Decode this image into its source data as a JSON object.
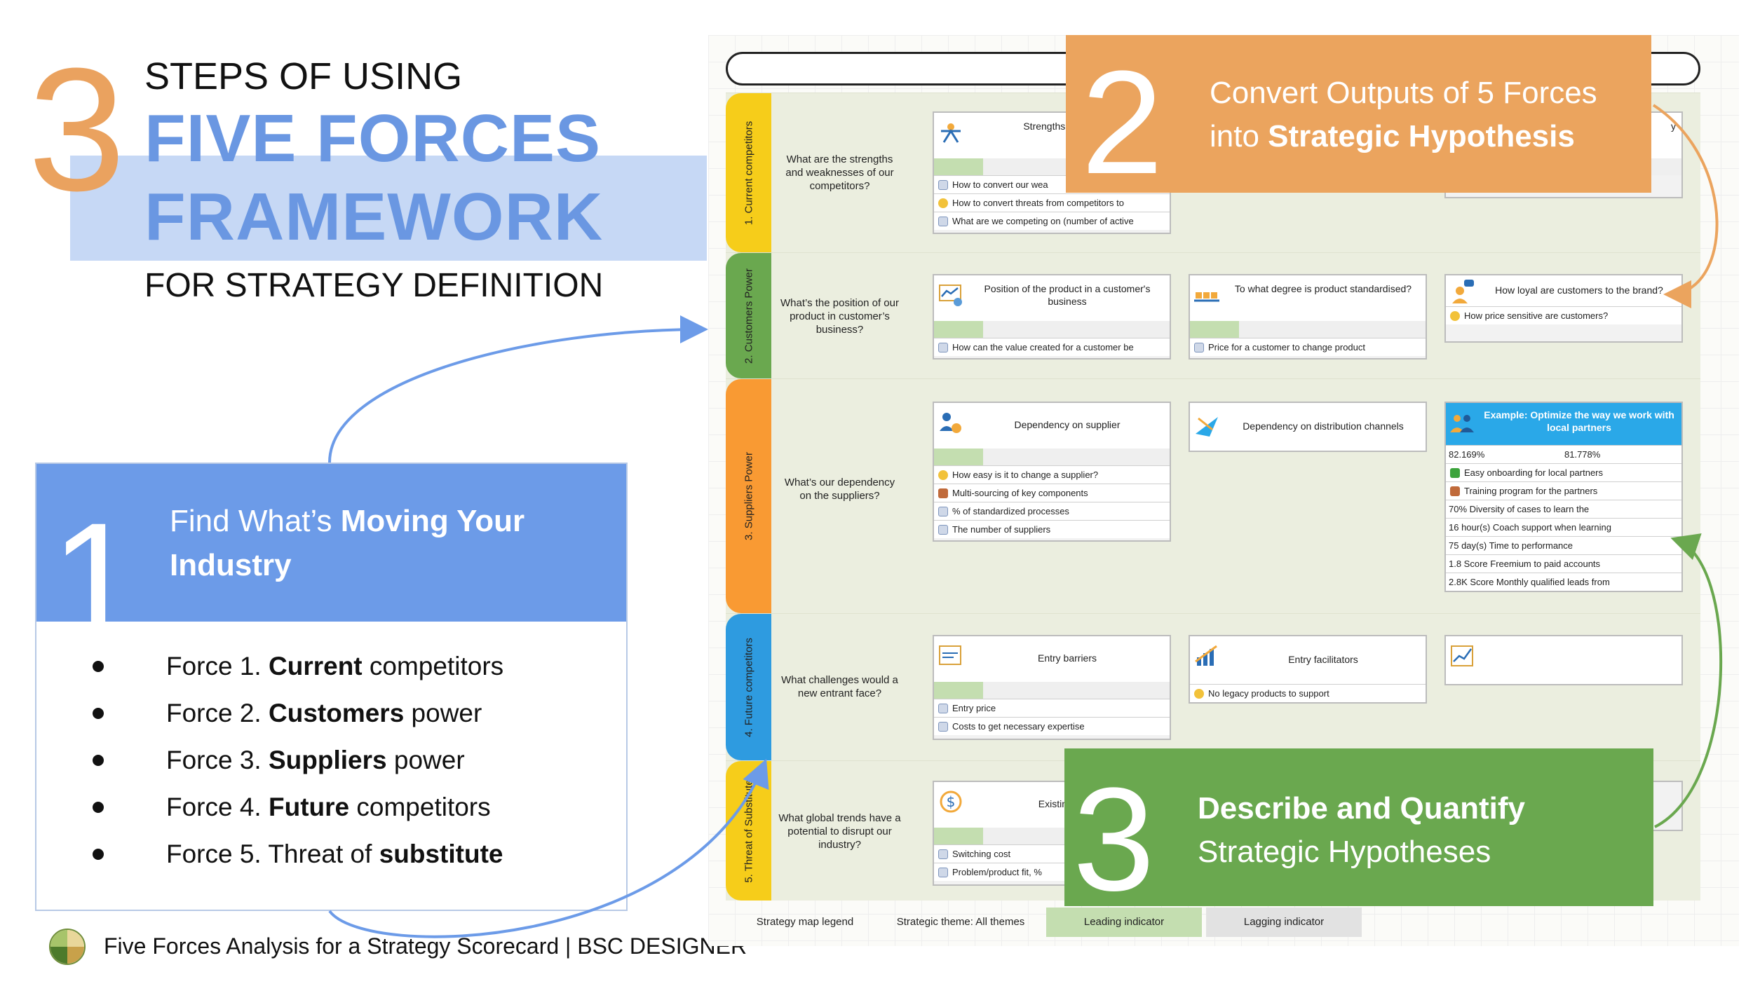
{
  "header": {
    "number": "3",
    "line1": "STEPS OF USING",
    "line2": "FIVE FORCES",
    "line3": "FRAMEWORK",
    "line4": "FOR STRATEGY DEFINITION"
  },
  "step1": {
    "number": "1",
    "title_plain": "Find What’s ",
    "title_bold": "Moving Your Industry",
    "forces": [
      {
        "prefix": "Force 1. ",
        "bold": "Current",
        "suffix": " competitors"
      },
      {
        "prefix": "Force 2. ",
        "bold": "Customers",
        "suffix": " power"
      },
      {
        "prefix": "Force 3. ",
        "bold": "Suppliers",
        "suffix": " power"
      },
      {
        "prefix": "Force 4. ",
        "bold": "Future",
        "suffix": " competitors"
      },
      {
        "prefix": "Force 5. Threat of ",
        "bold": "substitute",
        "suffix": ""
      }
    ]
  },
  "step2": {
    "number": "2",
    "title_plain": "Convert Outputs of 5 Forces into ",
    "title_bold": "Strategic Hypothesis"
  },
  "step3": {
    "number": "3",
    "title_bold": "Describe and Quantify",
    "title_plain": "Strategic Hypotheses"
  },
  "footer": {
    "text": "Five Forces Analysis for a Strategy Scorecard | BSC DESIGNER"
  },
  "colors": {
    "orange": "#eba45e",
    "blue": "#6c9be8",
    "green": "#6aa84f",
    "lane_yellow": "#f6cd1a",
    "lane_green": "#6aa84f",
    "lane_orange": "#f99a33",
    "lane_blue": "#2e9be0"
  },
  "map": {
    "lanes": [
      {
        "label": "1. Current competitors",
        "question": "What are the strengths and weaknesses of our competitors?",
        "cards": [
          {
            "title": "Strengths and comp",
            "icon": "strength-icon",
            "rows": [
              {
                "icon": "kpi",
                "text": "How to convert our wea"
              },
              {
                "icon": "bulb",
                "text": "How to convert threats from competitors to"
              },
              {
                "icon": "kpi",
                "text": "What are we competing on (number of active"
              }
            ]
          },
          {
            "title": "y",
            "icon": "",
            "rows": []
          }
        ]
      },
      {
        "label": "2. Customers Power",
        "question": "What’s the position of our product in customer’s business?",
        "cards": [
          {
            "title": "Position of the product in a customer's business",
            "icon": "chart-gear-icon",
            "rows": [
              {
                "icon": "kpi",
                "text": "How can the value created for a customer be"
              }
            ]
          },
          {
            "title": "To what degree is product standardised?",
            "icon": "boxes-icon",
            "rows": [
              {
                "icon": "kpi",
                "text": "Price for a customer to change product"
              }
            ]
          },
          {
            "title": "How loyal are customers to the brand?",
            "icon": "customer-chat-icon",
            "rows": [
              {
                "icon": "bulb",
                "text": "How price sensitive are customers?"
              }
            ]
          }
        ]
      },
      {
        "label": "3. Suppliers Power",
        "question": "What’s our dependency on the suppliers?",
        "cards": [
          {
            "title": "Dependency on supplier",
            "icon": "supplier-gear-icon",
            "rows": [
              {
                "icon": "bulb",
                "text": "How easy is it to change a supplier?"
              },
              {
                "icon": "doc",
                "text": "Multi-sourcing of key components"
              },
              {
                "icon": "kpi",
                "text": "% of standardized processes"
              },
              {
                "icon": "kpi",
                "text": "The number of suppliers"
              }
            ]
          },
          {
            "title": "Dependency on distribution channels",
            "icon": "plane-icon",
            "rows": []
          },
          {
            "title": "Example: Optimize the way we work with local partners",
            "icon": "team-icon",
            "blue": true,
            "metrics": [
              "82.169%",
              "81.778%"
            ],
            "rows": [
              {
                "icon": "flag",
                "text": "Easy onboarding for local partners"
              },
              {
                "icon": "doc",
                "text": "Training program for the partners"
              },
              {
                "icon": "gauge",
                "text": "70%        Diversity of cases to learn the"
              },
              {
                "icon": "gauge",
                "text": "16 hour(s)       Coach support when learning"
              },
              {
                "icon": "gauge",
                "text": "75 day(s)       Time to performance"
              },
              {
                "icon": "gauge",
                "text": "1.8 Score       Freemium to paid accounts"
              },
              {
                "icon": "gauge",
                "text": "2.8K Score       Monthly qualified leads from"
              }
            ]
          }
        ]
      },
      {
        "label": "4. Future competitors",
        "question": "What challenges would a new entrant face?",
        "cards": [
          {
            "title": "Entry barriers",
            "icon": "barrier-icon",
            "rows": [
              {
                "icon": "kpi",
                "text": "Entry price"
              },
              {
                "icon": "kpi",
                "text": "Costs to get necessary expertise"
              }
            ]
          },
          {
            "title": "Entry facilitators",
            "icon": "growth-chart-icon",
            "rows": [
              {
                "icon": "bulb",
                "text": "No legacy products to support"
              }
            ]
          },
          {
            "title": "",
            "icon": "line-chart-icon",
            "rows": []
          }
        ]
      },
      {
        "label": "5. Threat of Substitute",
        "question": "What global trends have a potential to disrupt our industry?",
        "cards": [
          {
            "title": "Existing subs",
            "icon": "dollar-cycle-icon",
            "rows": [
              {
                "icon": "kpi",
                "text": "Switching cost"
              },
              {
                "icon": "kpi",
                "text": "Problem/product fit, %"
              }
            ]
          }
        ]
      }
    ],
    "legend": [
      "Strategy map legend",
      "Strategic theme: All themes",
      "Leading indicator",
      "Lagging indicator"
    ]
  }
}
